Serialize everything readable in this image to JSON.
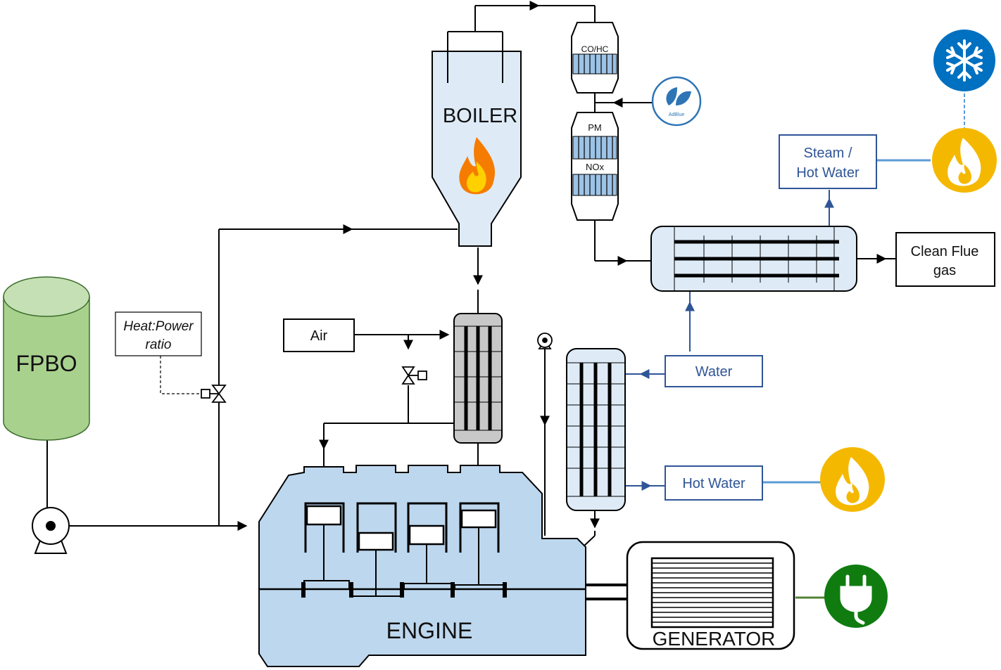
{
  "labels": {
    "fpbo": "FPBO",
    "boiler": "BOILER",
    "engine": "ENGINE",
    "generator": "GENERATOR",
    "air": "Air",
    "heat_power_line1": "Heat:Power",
    "heat_power_line2": "ratio",
    "co_hc": "CO/HC",
    "pm": "PM",
    "nox": "NOx",
    "adblue": "AdBlue",
    "steam_line1": "Steam /",
    "steam_line2": "Hot Water",
    "clean_line1": "Clean Flue",
    "clean_line2": "gas",
    "water": "Water",
    "hot_water": "Hot Water"
  },
  "colors": {
    "process_blue": "#bdd7ee",
    "light_blue": "#deebf7",
    "tank_green": "#a9d18e",
    "flame_yellow": "#f5b800",
    "snow_blue": "#0070c0",
    "plug_green": "#107c10",
    "water_line": "#2f5597",
    "hx_grey": "#c8c8c8"
  },
  "icons": {
    "flame": "flame-icon",
    "snowflake": "snowflake-icon",
    "plug": "power-plug-icon",
    "adblue": "adblue-leaf-icon",
    "pump": "pump-icon",
    "valve": "valve-icon"
  }
}
